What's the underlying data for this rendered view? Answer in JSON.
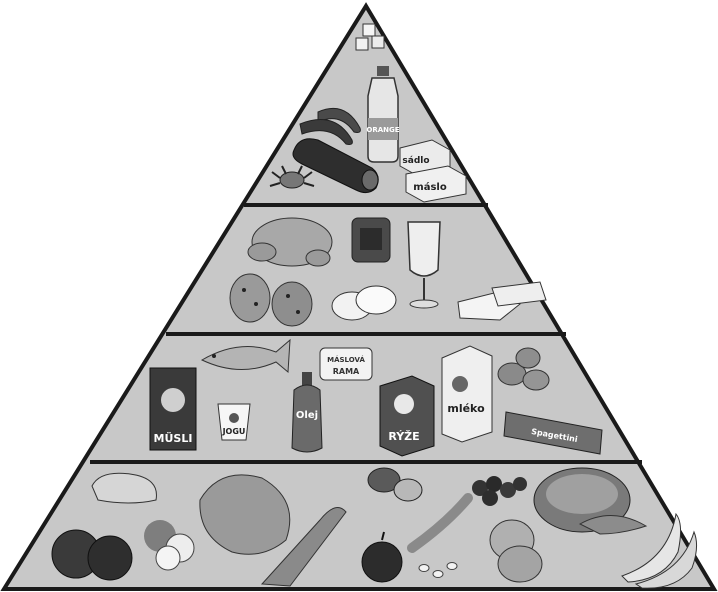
{
  "colors": {
    "background": "#ffffff",
    "pyramid_fill": "#c8c8c8",
    "outline": "#1a1a1a",
    "dark": "#2a2a2a",
    "mid": "#7a7a7a",
    "light": "#eeeeee"
  },
  "tiers": [
    {
      "id": "top",
      "items": [
        "sugar-cubes-icon",
        "orange-soda-bottle-icon",
        "sausages-icon",
        "salami-icon",
        "crab-icon",
        "lard-pack-icon",
        "butter-pack-icon"
      ],
      "labels": {
        "bottle": "ORANGE",
        "lard": "sádlo",
        "butter": "máslo"
      }
    },
    {
      "id": "second",
      "items": [
        "roast-chicken-icon",
        "meat-jar-icon",
        "wine-glass-icon",
        "cookies-icon",
        "cheese-wheels-icon",
        "cheese-wedges-icon"
      ],
      "labels": {}
    },
    {
      "id": "third",
      "items": [
        "fish-icon",
        "margarine-tub-icon",
        "muesli-box-icon",
        "yogurt-cup-icon",
        "oil-bottle-icon",
        "rice-box-icon",
        "milk-carton-icon",
        "potatoes-icon",
        "spaghetti-pack-icon"
      ],
      "labels": {
        "margarine": "RAMA",
        "margarine_sub": "MÁSLOVÁ",
        "muesli": "MÜSLI",
        "yogurt": "JOGU",
        "oil": "Olej",
        "rice": "RÝŽE",
        "milk": "mléko",
        "spaghetti": "Spagettini"
      }
    },
    {
      "id": "bottom",
      "items": [
        "pepper-icon",
        "lettuce-icon",
        "kiwi-icon",
        "berries-icon",
        "bread-loaf-icon",
        "tomatoes-icon",
        "cauliflower-icon",
        "leek-icon",
        "apple-icon",
        "beans-icon",
        "crackers-icon",
        "croissant-icon",
        "bananas-icon"
      ],
      "labels": {}
    }
  ]
}
